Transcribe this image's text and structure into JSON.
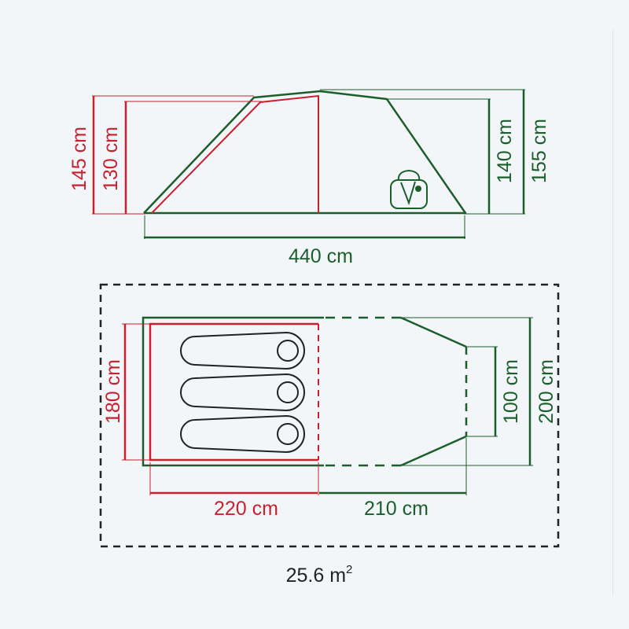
{
  "side_view": {
    "dim_145": "145 cm",
    "dim_130": "130 cm",
    "dim_140": "140 cm",
    "dim_155": "155 cm",
    "dim_440": "440 cm",
    "icon": "backpack-icon"
  },
  "floor_plan": {
    "dim_180": "180 cm",
    "dim_100": "100 cm",
    "dim_200": "200 cm",
    "dim_220": "220 cm",
    "dim_210": "210 cm",
    "area_value": "25.6 m",
    "area_unit_sup": "2",
    "sleeping_bags": 3
  },
  "colors": {
    "red": "#c8202f",
    "green": "#1b5e2c",
    "outline": "#222222",
    "background": "#f3f6f8"
  }
}
